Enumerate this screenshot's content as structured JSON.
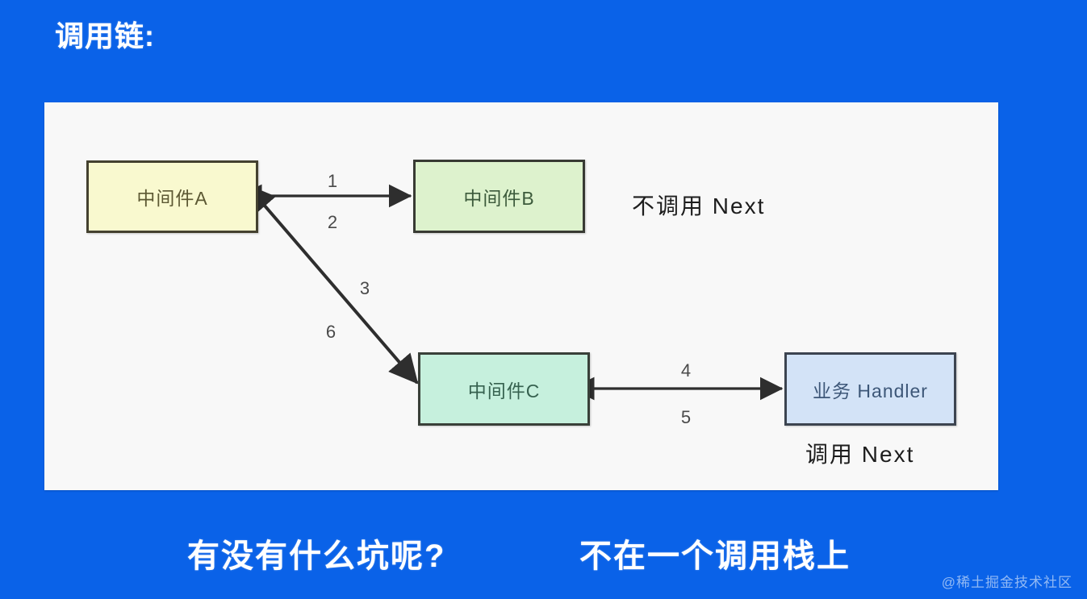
{
  "slide": {
    "title": "调用链:",
    "background_color": "#0a62e8",
    "panel_color": "#f8f8f8"
  },
  "diagram": {
    "nodes": [
      {
        "id": "middleware-a",
        "label": "中间件A",
        "fill": "#f9f9cf",
        "border": "#44412f",
        "text_color": "#5c5833"
      },
      {
        "id": "middleware-b",
        "label": "中间件B",
        "fill": "#ddf2cd",
        "border": "#383a33",
        "text_color": "#3c5a3b"
      },
      {
        "id": "middleware-c",
        "label": "中间件C",
        "fill": "#c6f0dd",
        "border": "#394039",
        "text_color": "#36614f"
      },
      {
        "id": "handler",
        "label": "业务 Handler",
        "fill": "#d3e3f7",
        "border": "#3c4450",
        "text_color": "#3d5778"
      }
    ],
    "edges": [
      {
        "id": "a-b",
        "from": "middleware-a",
        "to": "middleware-b",
        "style": "double-arrow",
        "labels": [
          "1",
          "2"
        ]
      },
      {
        "id": "a-c",
        "from": "middleware-a",
        "to": "middleware-c",
        "style": "double-arrow",
        "labels": [
          "3",
          "6"
        ]
      },
      {
        "id": "c-handler",
        "from": "middleware-c",
        "to": "handler",
        "style": "double-arrow",
        "labels": [
          "4",
          "5"
        ]
      }
    ],
    "sequence_labels": {
      "one": "1",
      "two": "2",
      "three": "3",
      "four": "4",
      "five": "5",
      "six": "6"
    },
    "annotations": {
      "no_next": "不调用 Next",
      "call_next": "调用 Next"
    }
  },
  "captions": {
    "question": "有没有什么坑呢?",
    "answer": "不在一个调用栈上"
  },
  "watermark": "@稀土掘金技术社区"
}
